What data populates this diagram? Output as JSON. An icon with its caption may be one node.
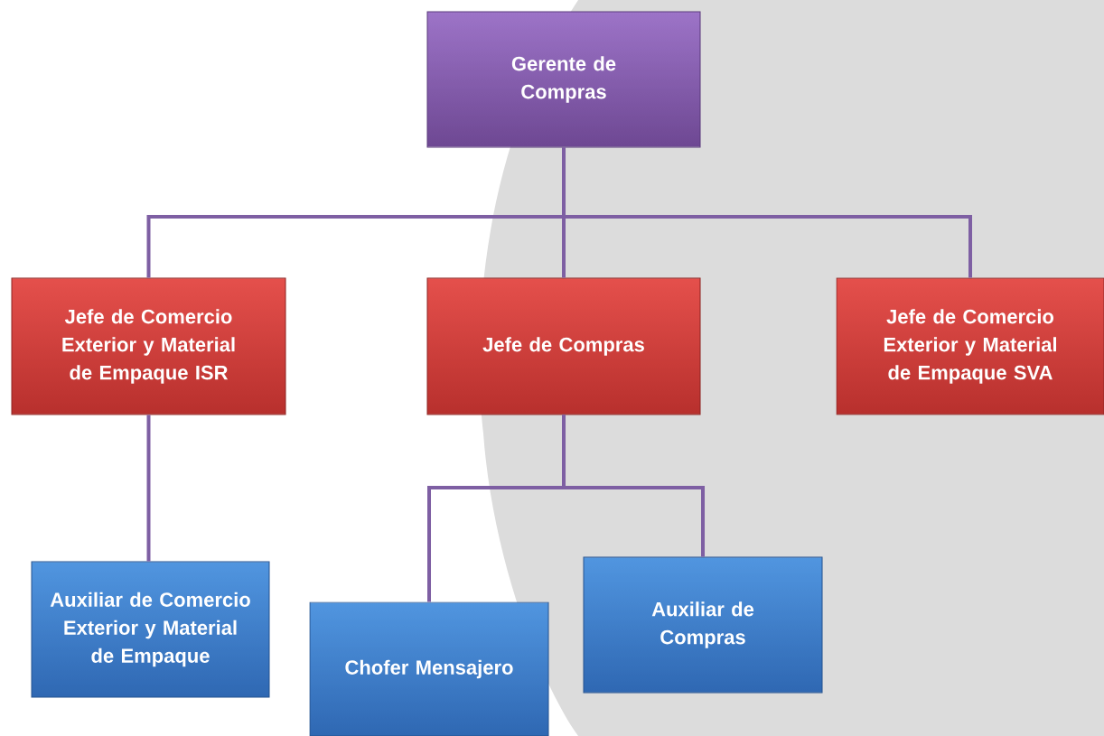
{
  "diagram": {
    "nodes": [
      {
        "text": [
          "Gerente de Compras"
        ]
      },
      {
        "text": [
          "Jefe de Comercio Exterior y Material de Empaque ISR"
        ]
      },
      {
        "text": [
          "Jefe de Compras"
        ]
      },
      {
        "text": [
          "Jefe de Comercio Exterior y Material de Empaque SVA"
        ]
      },
      {
        "text": [
          "Auxiliar de Comercio Exterior y Material de Empaque"
        ]
      },
      {
        "text": [
          "Chofer Mensajero"
        ]
      },
      {
        "text": [
          "Auxiliar de Compras"
        ]
      }
    ],
    "edges": [
      {
        "from": 0,
        "to": 1,
        "arrow": "none"
      },
      {
        "from": 0,
        "to": 2,
        "arrow": "none"
      },
      {
        "from": 0,
        "to": 3,
        "arrow": "none"
      },
      {
        "from": 1,
        "to": 4,
        "arrow": "none"
      },
      {
        "from": 2,
        "to": 5,
        "arrow": "none"
      },
      {
        "from": 2,
        "to": 6,
        "arrow": "none"
      }
    ]
  }
}
